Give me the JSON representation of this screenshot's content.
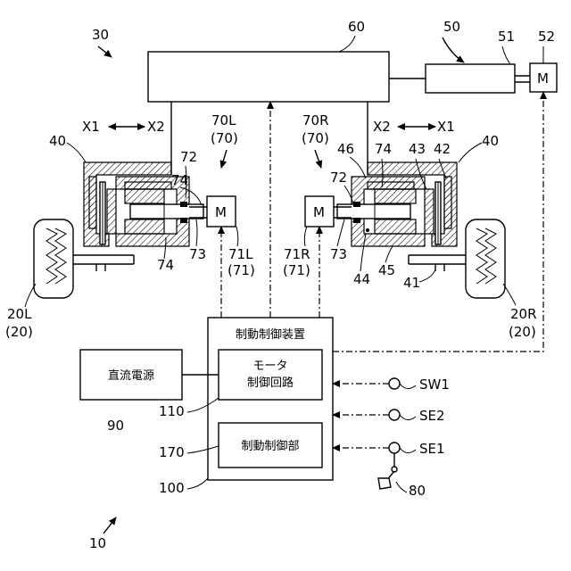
{
  "refs": {
    "system": "10",
    "brake_system": "30",
    "actuator": "50",
    "actuator_shaft": "51",
    "actuator_motor": "52",
    "bridge": "60",
    "dc_power_label": "90",
    "motor_circuit_label": "110",
    "brake_control_label": "170",
    "controller_label": "100",
    "pedal": "80",
    "wheel_left": "20L",
    "wheel_left_group": "(20)",
    "wheel_right": "20R",
    "wheel_right_group": "(20)",
    "caliper_frame_left": "40",
    "caliper_frame_right": "40",
    "part_41": "41",
    "part_42": "42",
    "part_43": "43",
    "part_44": "44",
    "part_45": "45",
    "part_46": "46",
    "assy_left": "70L",
    "assy_left_group": "(70)",
    "assy_right": "70R",
    "assy_right_group": "(70)",
    "motor_left": "71L",
    "motor_left_group": "(71)",
    "motor_right": "71R",
    "motor_right_group": "(71)",
    "gear_72_left": "72",
    "gear_72_right": "72",
    "gear_73_left": "73",
    "gear_73_right": "73",
    "screw_74_left_top": "74",
    "screw_74_left_bottom": "74",
    "screw_74_right": "74",
    "switch_sw1": "SW1",
    "sensor_se2": "SE2",
    "sensor_se1": "SE1"
  },
  "directions": {
    "left_x1": "X1",
    "left_x2": "X2",
    "right_x2": "X2",
    "right_x1": "X1"
  },
  "motor_letter": {
    "left": "M",
    "right": "M",
    "actuator": "M"
  },
  "blocks": {
    "controller_title": "制動制御装置",
    "motor_circuit_line1": "モータ",
    "motor_circuit_line2": "制御回路",
    "brake_control": "制動制御部",
    "dc_power": "直流電源"
  }
}
